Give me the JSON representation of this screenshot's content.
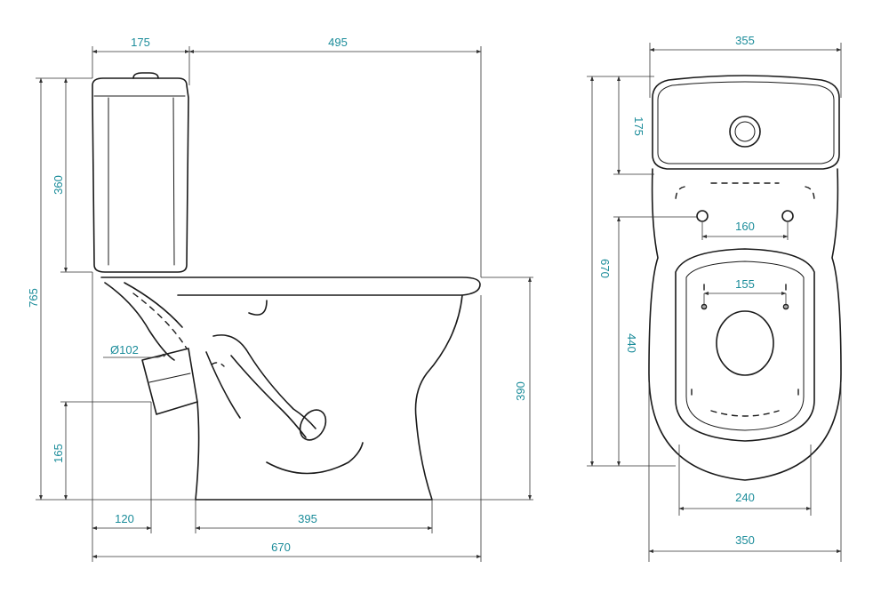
{
  "side_view": {
    "tank_depth": "175",
    "bowl_length_from_tank": "495",
    "tank_height": "360",
    "overall_height": "765",
    "outlet_diameter": "Ø102",
    "outlet_height": "165",
    "outlet_offset": "120",
    "base_length": "395",
    "overall_length": "670",
    "seat_height": "390"
  },
  "top_view": {
    "overall_width": "355",
    "tank_depth": "175",
    "overall_length": "670",
    "seat_hinge_holes": "160",
    "seat_hole_spacing": "155",
    "bowl_length": "440",
    "base_width": "240",
    "bowl_width": "350"
  },
  "colors": {
    "dimension_text": "#1b8c9a",
    "lines": "#1a1a1a"
  }
}
